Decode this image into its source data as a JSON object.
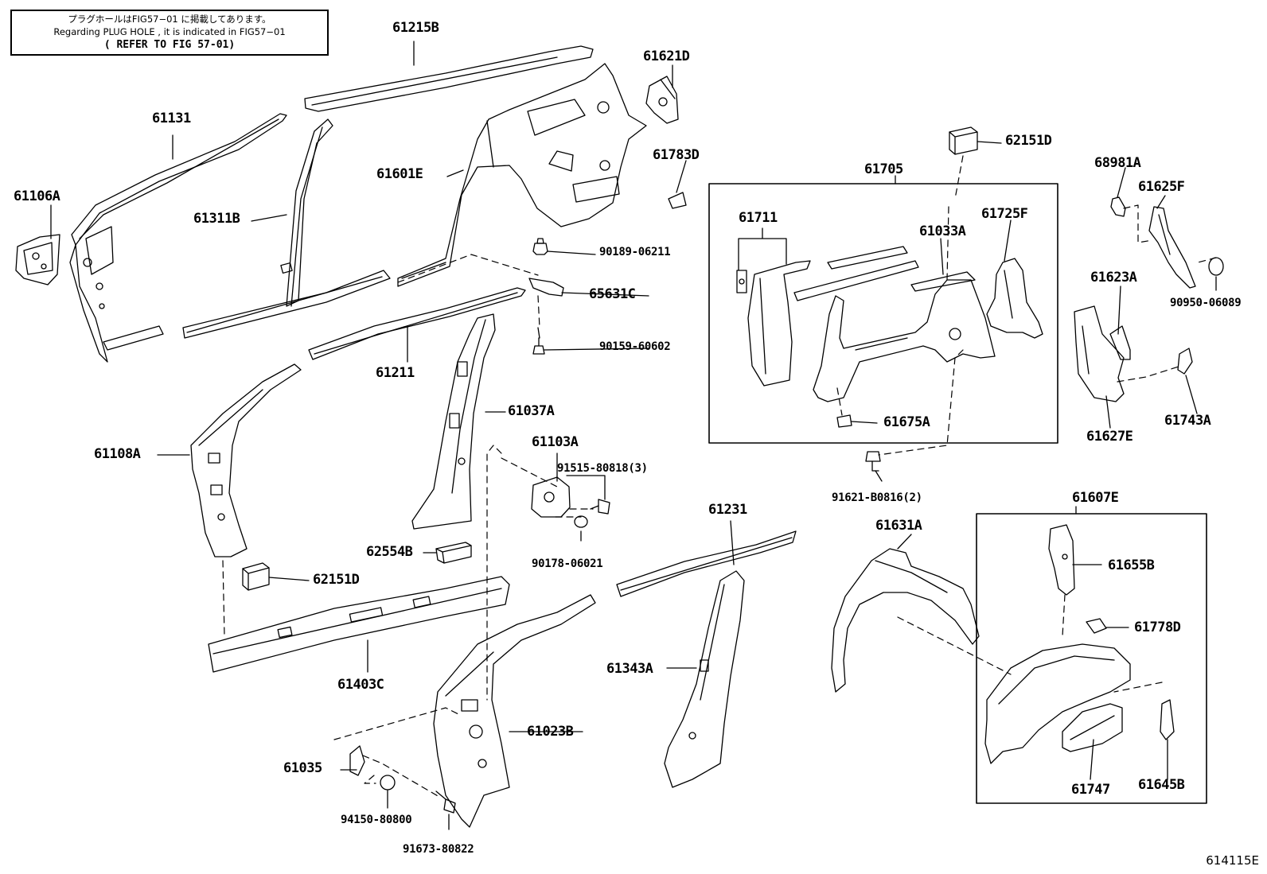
{
  "note": {
    "line1": "プラグホールはFIG57−01 に掲載してあります。",
    "line2": "Regarding PLUG HOLE , it is indicated in FIG57−01",
    "line3": "( REFER TO FIG 57-01)"
  },
  "figure_id": "614115E",
  "labels": {
    "p61215B": "61215B",
    "p61621D": "61621D",
    "p61131": "61131",
    "p61601E": "61601E",
    "p61783D": "61783D",
    "p62151D_top": "62151D",
    "p61106A": "61106A",
    "p61311B": "61311B",
    "p61705": "61705",
    "p68981A": "68981A",
    "p61625F": "61625F",
    "p61711": "61711",
    "p61725F": "61725F",
    "p61033A": "61033A",
    "p90189_06211": "90189-06211",
    "p65631C": "65631C",
    "p61623A": "61623A",
    "p90950_06089": "90950-06089",
    "p90159_60602": "90159-60602",
    "p61211": "61211",
    "p61037A": "61037A",
    "p61675A": "61675A",
    "p61743A": "61743A",
    "p61627E": "61627E",
    "p61108A": "61108A",
    "p61103A": "61103A",
    "p91515_80818": "91515-80818(3)",
    "p91621_B0816": "91621-B0816(2)",
    "p61607E": "61607E",
    "p61231": "61231",
    "p61631A": "61631A",
    "p62554B": "62554B",
    "p90178_06021": "90178-06021",
    "p61655B": "61655B",
    "p62151D_bottom": "62151D",
    "p61778D": "61778D",
    "p61343A": "61343A",
    "p61403C": "61403C",
    "p61023B": "61023B",
    "p61035": "61035",
    "p61747": "61747",
    "p61645B": "61645B",
    "p94150_80800": "94150-80800",
    "p91673_80822": "91673-80822"
  }
}
